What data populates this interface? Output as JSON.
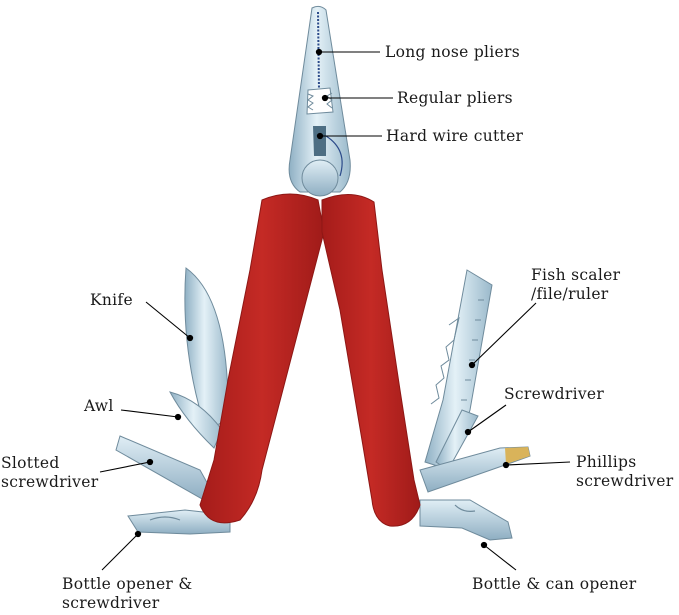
{
  "labels": {
    "long_nose_pliers": "Long nose pliers",
    "regular_pliers": "Regular pliers",
    "hard_wire_cutter": "Hard wire cutter",
    "fish_scaler_1": "Fish scaler",
    "fish_scaler_2": "/file/ruler",
    "knife": "Knife",
    "screwdriver": "Screwdriver",
    "awl": "Awl",
    "phillips_1": "Phillips",
    "phillips_2": "screwdriver",
    "slotted_1": "Slotted",
    "slotted_2": "screwdriver",
    "bottle_opener_1": "Bottle opener &",
    "bottle_opener_2": "screwdriver",
    "bottle_can": "Bottle & can opener"
  },
  "colors": {
    "handle": "#b8221f",
    "steel": "#c9dde8",
    "steel_dark": "#7f9aab",
    "leader": "#000000"
  }
}
